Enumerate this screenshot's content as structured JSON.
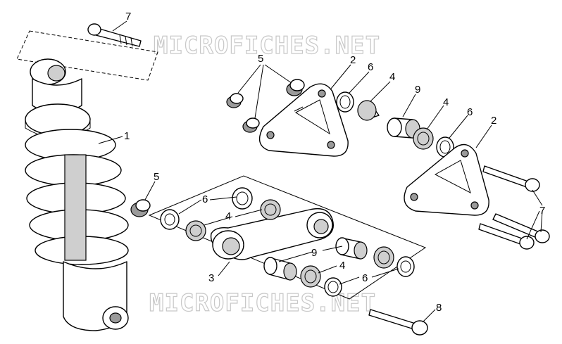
{
  "watermark": "MICROFICHES.NET",
  "callouts": {
    "c1": "1",
    "c2a": "2",
    "c2b": "2",
    "c3": "3",
    "c4a": "4",
    "c4b": "4",
    "c4c": "4",
    "c4d": "4",
    "c5a": "5",
    "c5b": "5",
    "c6a": "6",
    "c6b": "6",
    "c6c": "6",
    "c6d": "6",
    "c7a": "7",
    "c7b": "7",
    "c8": "8",
    "c9a": "9",
    "c9b": "9"
  }
}
